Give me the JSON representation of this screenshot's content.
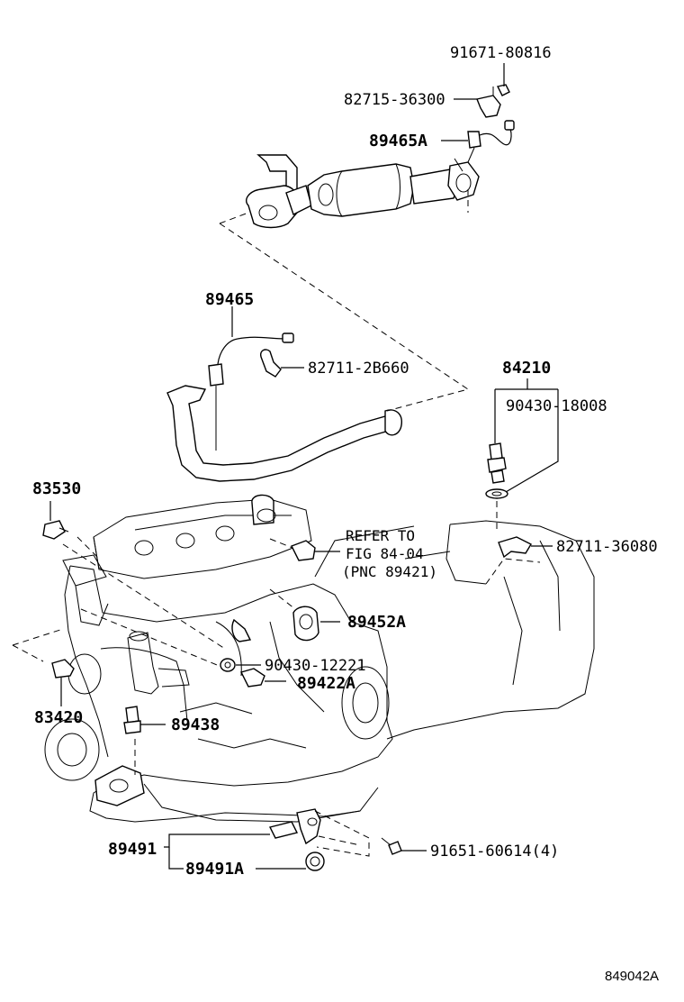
{
  "labels": {
    "p91671_80816": "91671-80816",
    "p82715_36300": "82715-36300",
    "p89465A": "89465A",
    "p89465": "89465",
    "p82711_2B660": "82711-2B660",
    "p84210": "84210",
    "p90430_18008": "90430-18008",
    "p83530": "83530",
    "p82711_36080": "82711-36080",
    "p89452A": "89452A",
    "p90430_12221": "90430-12221",
    "p89422A": "89422A",
    "p83420": "83420",
    "p89438": "89438",
    "p89491": "89491",
    "p89491A": "89491A",
    "p91651_60614": "91651-60614(4)"
  },
  "reference": {
    "line1": "REFER TO",
    "line2": "FIG 84-04",
    "line3": "(PNC 89421)"
  },
  "figure_id": "849042A"
}
